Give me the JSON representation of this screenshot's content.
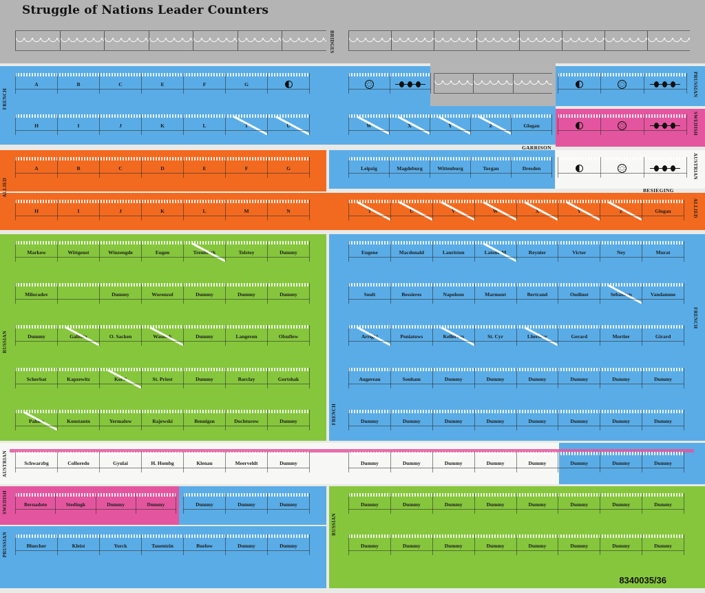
{
  "sheet": {
    "title": "Struggle of Nations Leader Counters",
    "code": "8340035/36",
    "colors": {
      "blue": "#5aace6",
      "orange": "#f26a1f",
      "green": "#86c63d",
      "pink": "#e3569f",
      "gray": "#b4b4b4",
      "white": "#f7f7f5"
    }
  },
  "labels": {
    "bridges": "BRIDGES",
    "french_top": "FRENCH",
    "prussian_top": "PRUSSIAN",
    "swedish_top": "SWEDISH",
    "austrian_top": "AUSTRIAN",
    "allied_left": "ALLIED",
    "allied_right": "ALLIED",
    "garrison": "GARRISON",
    "besieging": "BESIEGING",
    "russian_left": "RUSSIAN",
    "french_right": "FRENCH",
    "french_mid": "FRENCH",
    "austrian_left": "AUSTRIAN",
    "swedish_left": "SWEDISH",
    "prussian_left": "PRUSSIAN",
    "russian_mid": "RUSSIAN"
  },
  "rows": {
    "french_letters": [
      "A",
      "B",
      "C",
      "E",
      "F",
      "G"
    ],
    "french_letters2": [
      "H",
      "I",
      "J",
      "K",
      "L",
      "T",
      "U"
    ],
    "french_sieges": [
      "W",
      "X",
      "Y",
      "Z",
      "Glogau"
    ],
    "allied_letters": [
      "A",
      "B",
      "C",
      "D",
      "E",
      "F",
      "G"
    ],
    "allied_letters2": [
      "H",
      "I",
      "J",
      "K",
      "L",
      "M",
      "N"
    ],
    "allied_sieges": [
      "T",
      "U",
      "V",
      "W",
      "X",
      "Y",
      "Z",
      "Glogau"
    ],
    "garrisons": [
      "Leipzig",
      "Magdeburg",
      "Wittenburg",
      "Torgau",
      "Dresden"
    ],
    "russian_1": [
      "Markow",
      "Wittgenst",
      "Winzengde",
      "Eugen",
      "Treubetzk",
      "Tolstoy",
      "Dummy"
    ],
    "russian_2": [
      "Miloradov",
      "",
      "Dummy",
      "Woronzof",
      "Dummy",
      "Dummy",
      "Dummy"
    ],
    "russian_3": [
      "Dummy",
      "Galitzin",
      "O. Sacken",
      "Wasiltsk",
      "Dummy",
      "Langeron",
      "Olsufiew"
    ],
    "russian_4": [
      "Scherbat",
      "Kapzewitz",
      "Korff",
      "St. Priest",
      "Dummy",
      "Barclay",
      "Gortshak"
    ],
    "russian_5": [
      "Pahlen",
      "Konstantn",
      "Yermalow",
      "Rajewski",
      "Bennigsn",
      "Dochturow",
      "Dummy"
    ],
    "french_1": [
      "Eugene",
      "Macdonald",
      "Lauriston",
      "Latour-M",
      "Reynier",
      "Victor",
      "Ney",
      "Murat"
    ],
    "french_2": [
      "Soult",
      "Bessieres",
      "Napoleon",
      "Marmont",
      "Bertrand",
      "Oudinot",
      "Sebastian",
      "Vandamme"
    ],
    "french_3": [
      "Arrighi",
      "Poniatows",
      "Kellermn",
      "St. Cyr",
      "Lheritier",
      "Gerard",
      "Mortier",
      "Girard"
    ],
    "french_4": [
      "Augereau",
      "Souham",
      "Dummy",
      "Dummy",
      "Dummy",
      "Dummy",
      "Dummy",
      "Dummy"
    ],
    "french_5": [
      "Dummy",
      "Dummy",
      "Dummy",
      "Dummy",
      "Dummy",
      "Dummy",
      "Dummy",
      "Dummy"
    ],
    "austrian": [
      "Schwarzbg",
      "Colloredo",
      "Gyulai",
      "H. Hombg",
      "Klenau",
      "Meerveldt",
      "Dummy"
    ],
    "dummy_mid": [
      "Dummy",
      "Dummy",
      "Dummy",
      "Dummy",
      "Dummy",
      "Dummy",
      "Dummy",
      "Dummy"
    ],
    "swedish": [
      "Bernadote",
      "Stedingk",
      "Dummy",
      "Dummy"
    ],
    "swedish_blue": [
      "Dummy",
      "Dummy",
      "Dummy"
    ],
    "prussian": [
      "Bluecher",
      "Kleist",
      "Yorck",
      "Tauentzin",
      "Buelow",
      "Dummy",
      "Dummy"
    ],
    "russian_b1": [
      "Dummy",
      "Dummy",
      "Dummy",
      "Dummy",
      "Dummy",
      "Dummy",
      "Dummy",
      "Dummy"
    ],
    "russian_b2": [
      "Dummy",
      "Dummy",
      "Dummy",
      "Dummy",
      "Dummy",
      "Dummy",
      "Dummy",
      "Dummy"
    ]
  }
}
